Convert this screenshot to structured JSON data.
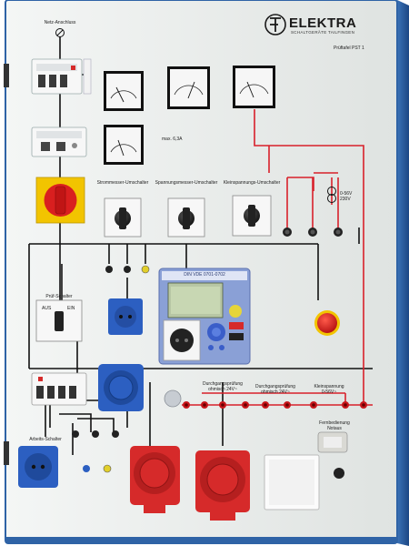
{
  "brand": {
    "name": "ELEKTRA",
    "subtitle": "SCHALTGERÄTE TAILFINGEN",
    "panel_label": "Prüftafel PST 1"
  },
  "labels": {
    "main_connection": "Netz-Anschluss",
    "meter_current": "max. 6,3A",
    "ammeter_switch": "Strommesser-Umschalter",
    "voltmeter_switch": "Spannungsmesser-Umschalter",
    "low_voltage_switch": "Kleinspannungs-Umschalter",
    "transformer": "0-56V\n230V",
    "test_switch": "Prüf-Schalter",
    "work_switch": "Arbeits-Schalter",
    "device_label": "DIN VDE 0701-0702",
    "continuity_test_1": "Durchgangsprüfung\nohmisch 24V~",
    "continuity_test_2": "Durchgangsprüfung\nohmisch 24V~",
    "low_voltage": "Kleinspannung\n0-56V~",
    "remote_control": "Fernbedienung\nNotaus",
    "switch_on": "EIN",
    "switch_off": "AUS"
  },
  "colors": {
    "panel": "#e9ecea",
    "frame": "#2f63a6",
    "wire_black": "#111111",
    "wire_red": "#d8202a",
    "cee_red": "#d62a2a",
    "cee_blue": "#2c5fc1",
    "estop": "#d91f1f"
  }
}
